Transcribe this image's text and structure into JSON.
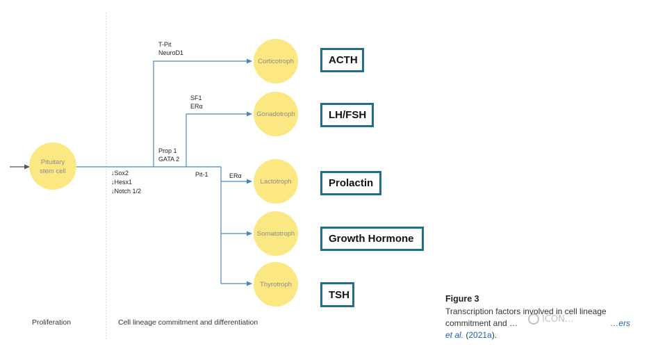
{
  "diagram": {
    "stem_cell": "Pituitary stem cell",
    "stem_cell_lines": [
      "Pituitary",
      "stem cell"
    ],
    "stem_downregulated": [
      "↓Sox2",
      "↓Hesx1",
      "↓Notch 1/2"
    ],
    "branch_factors": {
      "corticotroph": [
        "T-Pit",
        "NeuroD1"
      ],
      "gonadotroph": [
        "SF1",
        "ERα"
      ],
      "prop": [
        "Prop 1",
        "GATA 2"
      ],
      "pit1": "Pit-1",
      "lactotroph": "ERα"
    },
    "cells": [
      {
        "id": "corticotroph",
        "label": "Corticotroph",
        "hormone": "ACTH"
      },
      {
        "id": "gonadotroph",
        "label": "Gonadotroph",
        "hormone": "LH/FSH"
      },
      {
        "id": "lactotroph",
        "label": "Lactotroph",
        "hormone": "Prolactin"
      },
      {
        "id": "somatotroph",
        "label": "Somatotroph",
        "hormone": "Growth Hormone"
      },
      {
        "id": "thyrotroph",
        "label": "Thyrotroph",
        "hormone": "TSH"
      }
    ],
    "phases": {
      "proliferation": "Proliferation",
      "differentiation": "Cell lineage commitment and differentiation"
    },
    "colors": {
      "cell_fill": "#fbe883",
      "line": "#4a86c5",
      "box_border": "#1f6f8b",
      "divider": "#d0d0d0"
    }
  },
  "caption": {
    "title": "Figure 3",
    "text_line1": "Transcription factors involved in cell lineage",
    "text_line2": "commitment and …",
    "cite_name": "…ers",
    "cite_etal": "et al.",
    "cite_open": "(",
    "cite_year": "2021a",
    "cite_close": ")."
  },
  "watermark": "ICON…"
}
